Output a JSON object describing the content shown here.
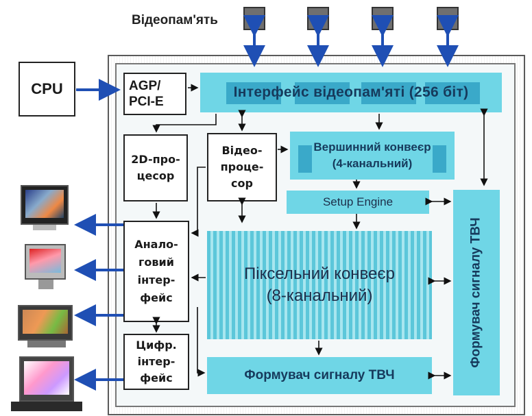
{
  "labels": {
    "videomemory": "Відеопам'ять",
    "cpu": "CPU",
    "agp": "AGP/\nPCI-E",
    "mem_interface": "Інтерфейс відеопам'яті (256 біт)",
    "processor_2d": "2D-про-\nцесор",
    "video_processor": "Відео-\nпроце-\nсор",
    "vertex_pipeline": "Вершинний конвеєр\n(4-канальний)",
    "setup_engine": "Setup Engine",
    "analog_interface": "Анало-\nговий\nінтер-\nфейс",
    "pixel_pipeline": "Піксельний конвеєр\n(8-канальний)",
    "digital_interface": "Цифр.\nінтер-\nфейс",
    "tvch_bottom": "Формувач сигналу ТВЧ",
    "tvch_vertical": "Формувач сигналу ТВЧ"
  },
  "colors": {
    "cyan_block": "#6fd6e6",
    "cyan_dark": "#3aa9c9",
    "arrow_blue": "#1f4fb4",
    "text_navy": "#163a5c"
  },
  "icons": [
    "crt-monitor-icon",
    "lcd-monitor-icon",
    "tv-icon",
    "laptop-icon"
  ]
}
